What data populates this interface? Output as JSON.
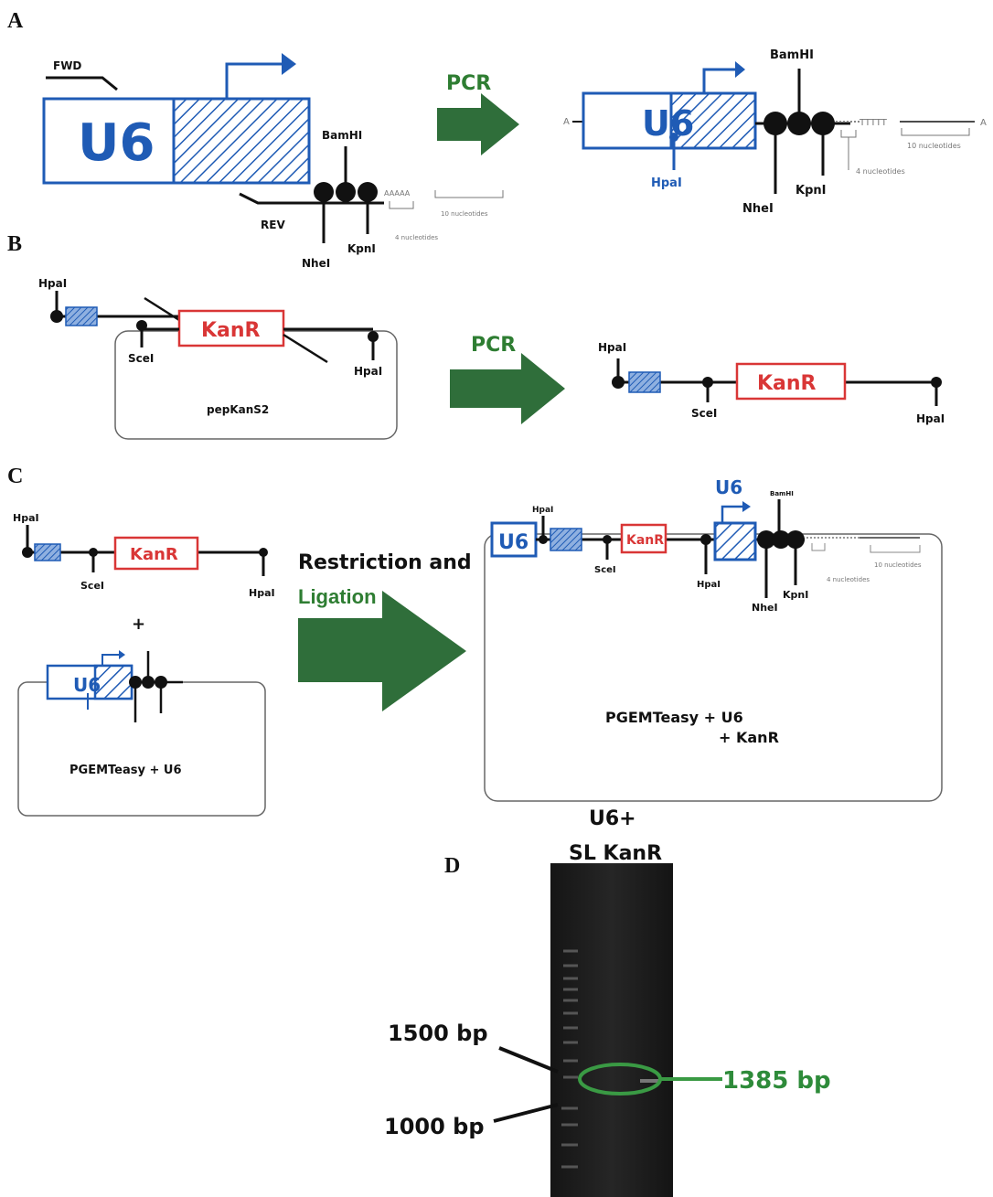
{
  "panels": {
    "a": "A",
    "b": "B",
    "c": "C",
    "d": "D"
  },
  "panel_a": {
    "fwd": "FWD",
    "rev": "REV",
    "u6": "U6",
    "bamhi": "BamHI",
    "nhei": "NheI",
    "kpni": "KpnI",
    "hpai": "HpaI",
    "pcr": "PCR",
    "ten_nt": "10 nucleotides",
    "four_nt": "4 nucleotides",
    "poly_a": "AAAAA",
    "poly_t": "TTTTT",
    "end_a": "A"
  },
  "panel_b": {
    "hpai": "HpaI",
    "scei": "SceI",
    "kanr": "KanR",
    "plasmid": "pepKanS2",
    "pcr": "PCR"
  },
  "panel_c": {
    "hpai": "HpaI",
    "scei": "SceI",
    "kanr": "KanR",
    "u6": "U6",
    "plus": "+",
    "bamhi": "BamHI",
    "nhei": "NheI",
    "kpni": "KpnI",
    "vector_u6": "PGEMTeasy  + U6",
    "arrow_text_1": "Restriction and",
    "arrow_text_2": "Ligation",
    "result_line1": "PGEMTeasy  + U6",
    "result_line2": "+ KanR",
    "ten_nt": "10 nucleotides",
    "four_nt": "4 nucleotides"
  },
  "panel_d": {
    "lane_title_1": "U6+",
    "lane_title_2": "SL KanR",
    "marker_1500": "1500 bp",
    "marker_1000": "1000 bp",
    "band_label": "1385 bp"
  },
  "colors": {
    "blue": "#1f5bb5",
    "red": "#d93636",
    "green": "#2e7d32",
    "arrow_green": "#2f6e3a"
  }
}
